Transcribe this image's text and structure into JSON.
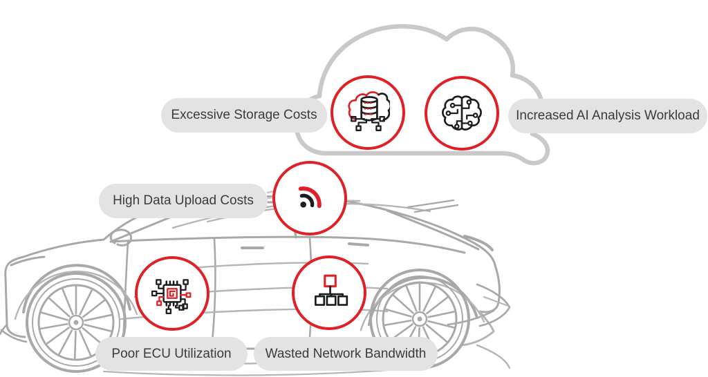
{
  "callouts": {
    "storage": {
      "label": "Excessive Storage Costs",
      "icon": "cloud-database-icon"
    },
    "ai": {
      "label": "Increased AI Analysis Workload",
      "icon": "ai-brain-circuit-icon"
    },
    "upload": {
      "label": "High Data Upload Costs",
      "icon": "wireless-signal-icon"
    },
    "ecu": {
      "label": "Poor ECU Utilization",
      "icon": "ecu-chip-icon"
    },
    "network": {
      "label": "Wasted Network Bandwidth",
      "icon": "network-topology-icon"
    }
  },
  "colors": {
    "accent_red": "#e02027",
    "icon_black": "#1c1c1c",
    "pill_background": "#e3e3e3",
    "label_text": "#3b3b3b",
    "cloud_line": "#c9c9c9",
    "car_line": "#a8a8a8"
  }
}
